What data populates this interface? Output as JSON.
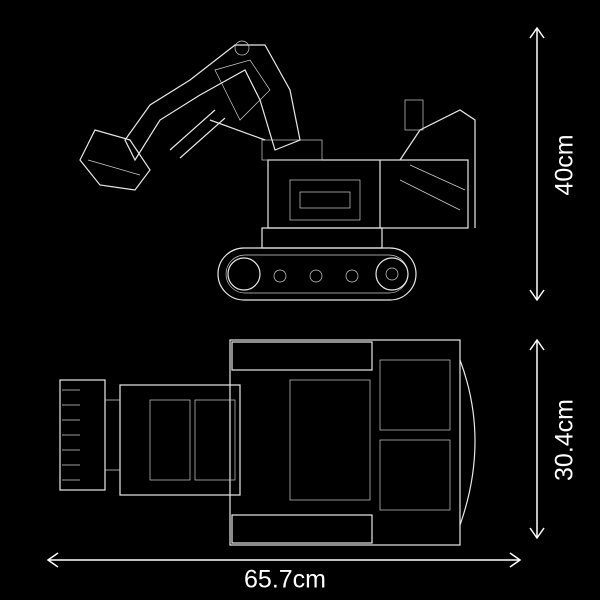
{
  "dimensions": {
    "height": "40cm",
    "width": "30.4cm",
    "length": "65.7cm"
  },
  "colors": {
    "background": "#000000",
    "lines": "#ffffff"
  }
}
